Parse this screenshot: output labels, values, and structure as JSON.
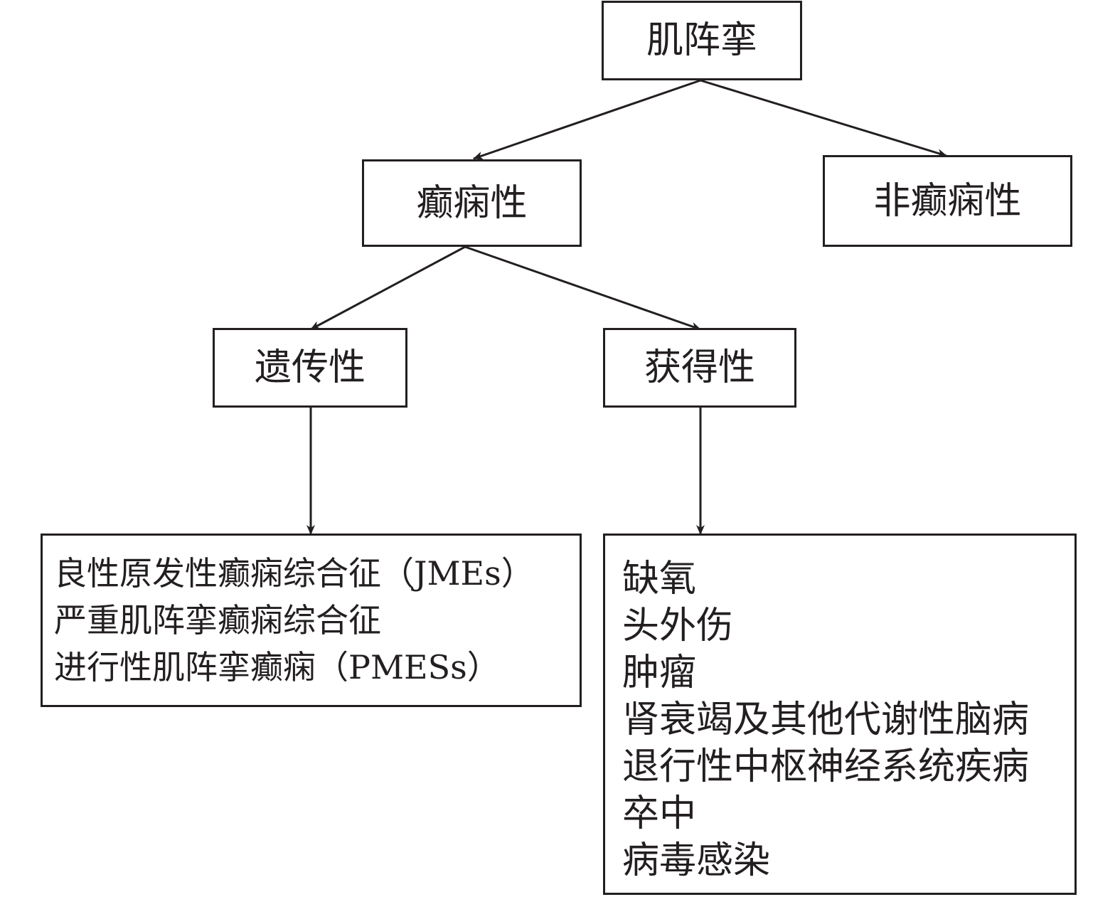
{
  "diagram": {
    "root": {
      "label": "肌阵挛"
    },
    "epileptic": {
      "label": "癫痫性"
    },
    "non_epileptic": {
      "label": "非癫痫性"
    },
    "hereditary": {
      "label": "遗传性"
    },
    "acquired": {
      "label": "获得性"
    },
    "hereditary_causes": {
      "items": [
        "良性原发性癫痫综合征（JMEs）",
        "严重肌阵挛癫痫综合征",
        "进行性肌阵挛癫痫（PMESs）"
      ]
    },
    "acquired_causes": {
      "items": [
        "缺氧",
        "头外伤",
        "肿瘤",
        "肾衰竭及其他代谢性脑病",
        "退行性中枢神经系统疾病",
        "卒中",
        "病毒感染"
      ]
    }
  },
  "colors": {
    "line": "#231f20",
    "background": "#ffffff"
  }
}
